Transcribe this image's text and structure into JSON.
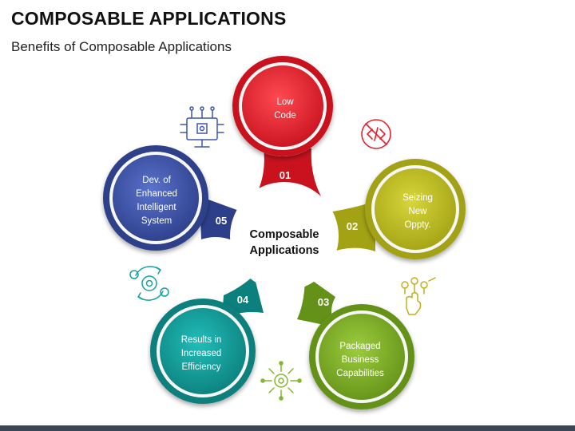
{
  "header": {
    "title": "COMPOSABLE APPLICATIONS",
    "subtitle": "Benefits of Composable Applications"
  },
  "center": {
    "line1": "Composable",
    "line2": "Applications"
  },
  "items": [
    {
      "number": "01",
      "lines": [
        "Low",
        "Code"
      ],
      "color": "#e52330",
      "icon": "no-code-icon"
    },
    {
      "number": "02",
      "lines": [
        "Seizing",
        "New",
        "Oppty."
      ],
      "color": "#c4c222",
      "icon": "hand-keys-icon"
    },
    {
      "number": "03",
      "lines": [
        "Packaged",
        "Business",
        "Capabilities"
      ],
      "color": "#83b72c",
      "icon": "gear-network-icon"
    },
    {
      "number": "04",
      "lines": [
        "Results in",
        "Increased",
        "Efficiency"
      ],
      "color": "#14a3a0",
      "icon": "money-gear-cycle-icon"
    },
    {
      "number": "05",
      "lines": [
        "Dev. of",
        "Enhanced",
        "Intelligent",
        "System"
      ],
      "color": "#3f57b0",
      "icon": "computer-chip-icon"
    }
  ]
}
